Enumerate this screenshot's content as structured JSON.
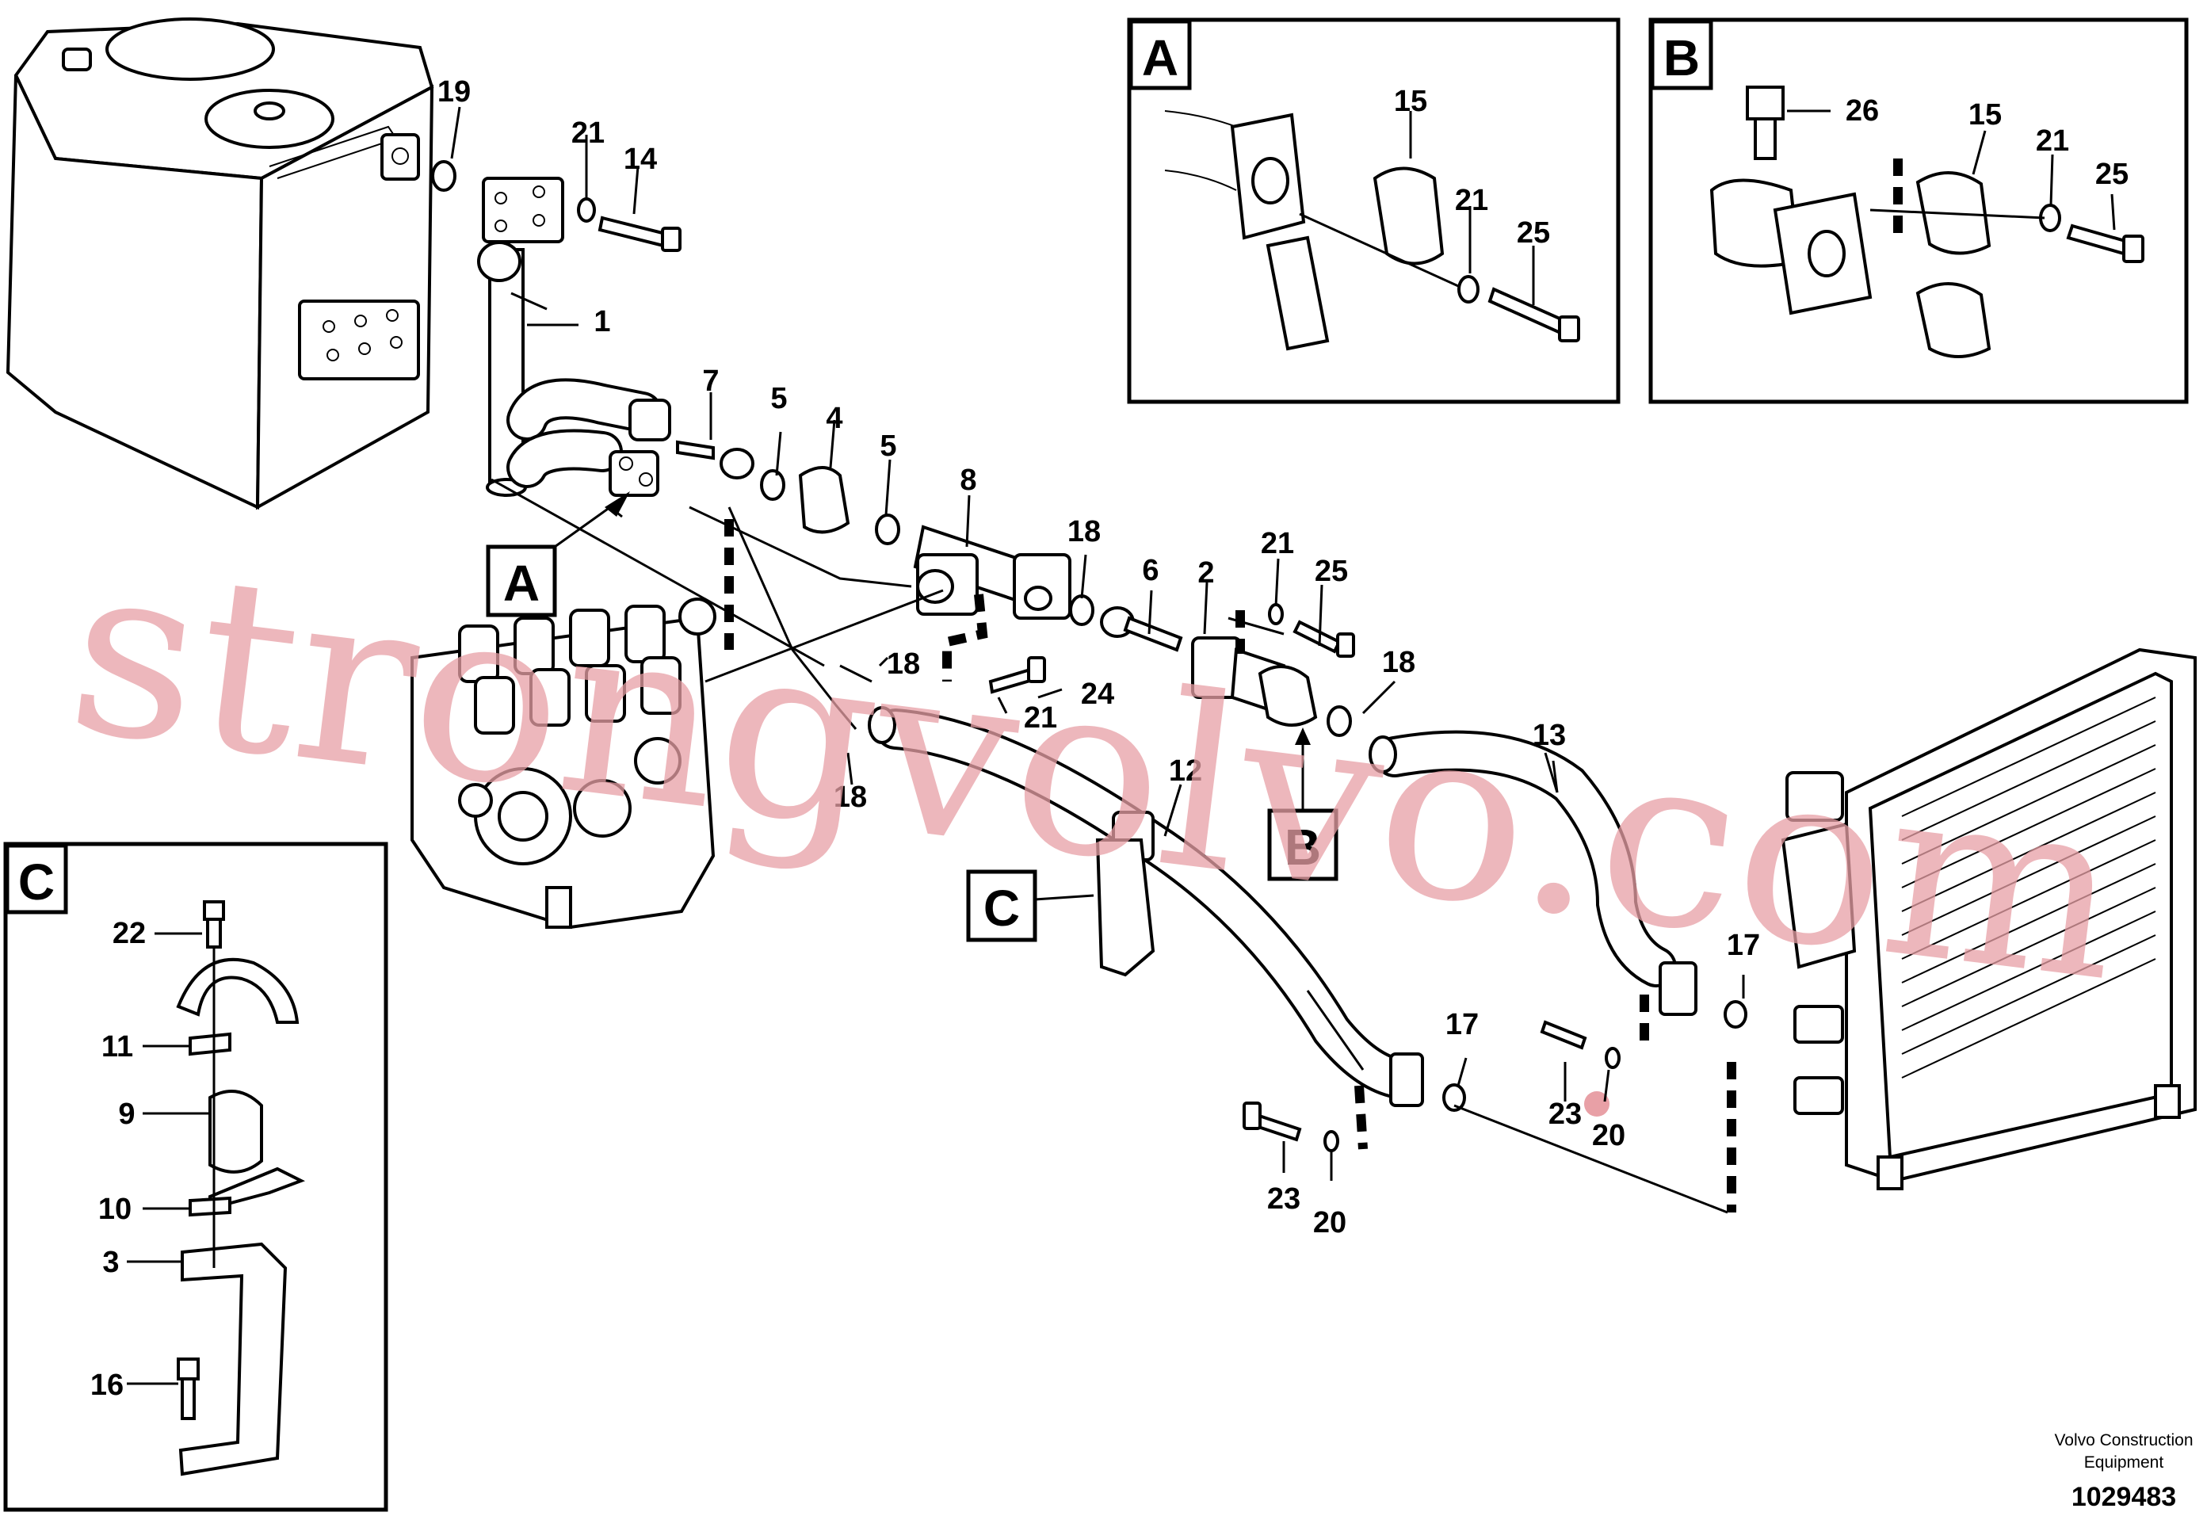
{
  "labels": {
    "l1": "1",
    "l2": "2",
    "l3": "3",
    "l4": "4",
    "l5a": "5",
    "l5b": "5",
    "l6": "6",
    "l7": "7",
    "l8": "8",
    "l9": "9",
    "l10": "10",
    "l11": "11",
    "l12": "12",
    "l13": "13",
    "l14": "14",
    "l15a": "15",
    "l15b": "15",
    "l16": "16",
    "l17a": "17",
    "l17b": "17",
    "l18a": "18",
    "l18b": "18",
    "l18c": "18",
    "l18d": "18",
    "l19": "19",
    "l20a": "20",
    "l20b": "20",
    "l21a": "21",
    "l21b": "21",
    "l21c": "21",
    "l21d": "21",
    "l21e": "21",
    "l22": "22",
    "l23a": "23",
    "l23b": "23",
    "l24": "24",
    "l25a": "25",
    "l25b": "25",
    "l25c": "25",
    "l26": "26"
  },
  "callouts": {
    "a_main": "A",
    "b_main": "B",
    "c_main": "C",
    "a_box": "A",
    "b_box": "B",
    "c_box": "C"
  },
  "footer": {
    "company_line1": "Volvo Construction",
    "company_line2": "Equipment",
    "drawing_number": "1029483"
  },
  "watermark": "strongvolvo.com"
}
